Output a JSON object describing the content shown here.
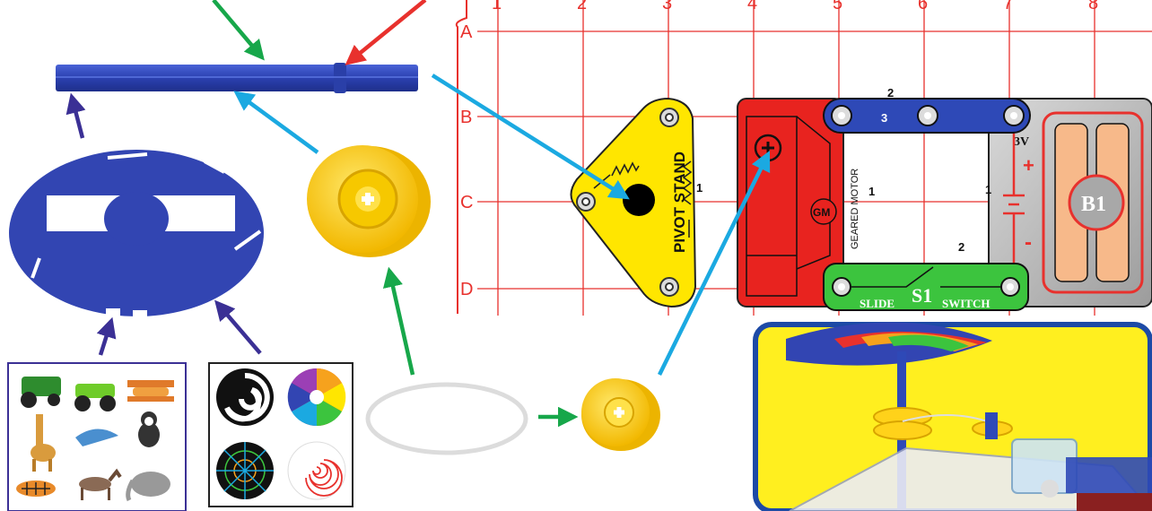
{
  "grid": {
    "columns": [
      "1",
      "2",
      "3",
      "4",
      "5",
      "6",
      "7",
      "8"
    ],
    "rows": [
      "A",
      "B",
      "C",
      "D"
    ]
  },
  "parts": {
    "pivot_stand": {
      "label": "PIVOT STAND",
      "number": "1"
    },
    "geared_motor": {
      "label": "GEARED MOTOR",
      "badge": "GM",
      "number": "1",
      "level": "1"
    },
    "wire_3": {
      "label": "3",
      "level": "2"
    },
    "slide_switch": {
      "left": "SLIDE",
      "mid": "S1",
      "right": "SWITCH",
      "level": "2"
    },
    "battery": {
      "voltage": "3V",
      "badge": "B1",
      "plus": "+",
      "minus": "-",
      "level": "1"
    }
  },
  "colors": {
    "grid": "#e8312d",
    "arrow_green": "#17a74a",
    "arrow_red": "#e8312d",
    "arrow_cyan": "#1ba9e1",
    "arrow_navy": "#3b3095",
    "shaft": "#3048b8",
    "disc": "#3245b2",
    "pulley": "#ffd21a",
    "photo_border": "#1d4aa6",
    "photo_bg": "#ffef1f"
  },
  "icons": [
    "tractor-sticker",
    "monster-truck-sticker",
    "biplane-sticker",
    "giraffe-sticker",
    "dolphin-sticker",
    "panda-sticker",
    "tiger-sticker",
    "horse-sticker",
    "elephant-sticker",
    "spiral-pattern",
    "rainbow-swirl-pattern",
    "color-web-pattern",
    "red-spiral-pattern"
  ]
}
